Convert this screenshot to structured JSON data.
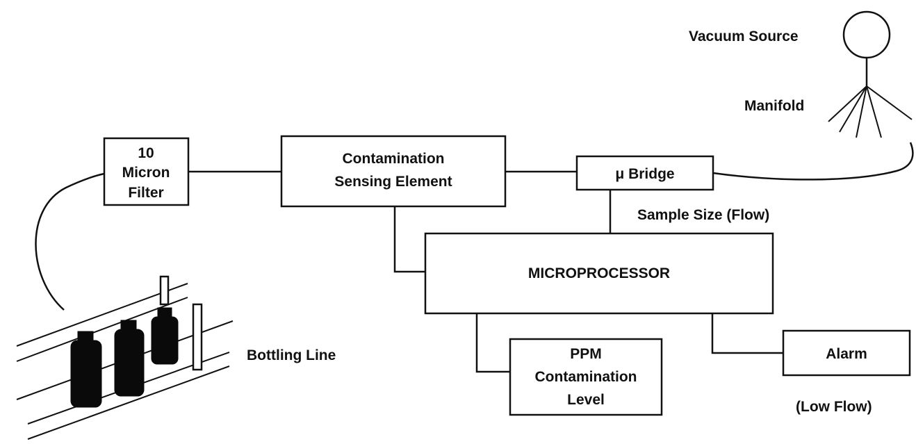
{
  "diagram": {
    "vacuum_source_label": "Vacuum Source",
    "manifold_label": "Manifold",
    "filter_box": {
      "line1": "10",
      "line2": "Micron",
      "line3": "Filter"
    },
    "sensing_box": {
      "line1": "Contamination",
      "line2": "Sensing Element"
    },
    "bridge_box": {
      "label": "μ Bridge"
    },
    "sample_size_label": "Sample Size (Flow)",
    "microprocessor_box": {
      "label": "MICROPROCESSOR"
    },
    "ppm_box": {
      "line1": "PPM",
      "line2": "Contamination",
      "line3": "Level"
    },
    "alarm_box": {
      "label": "Alarm"
    },
    "low_flow_label": "(Low Flow)",
    "bottling_line_label": "Bottling Line"
  }
}
